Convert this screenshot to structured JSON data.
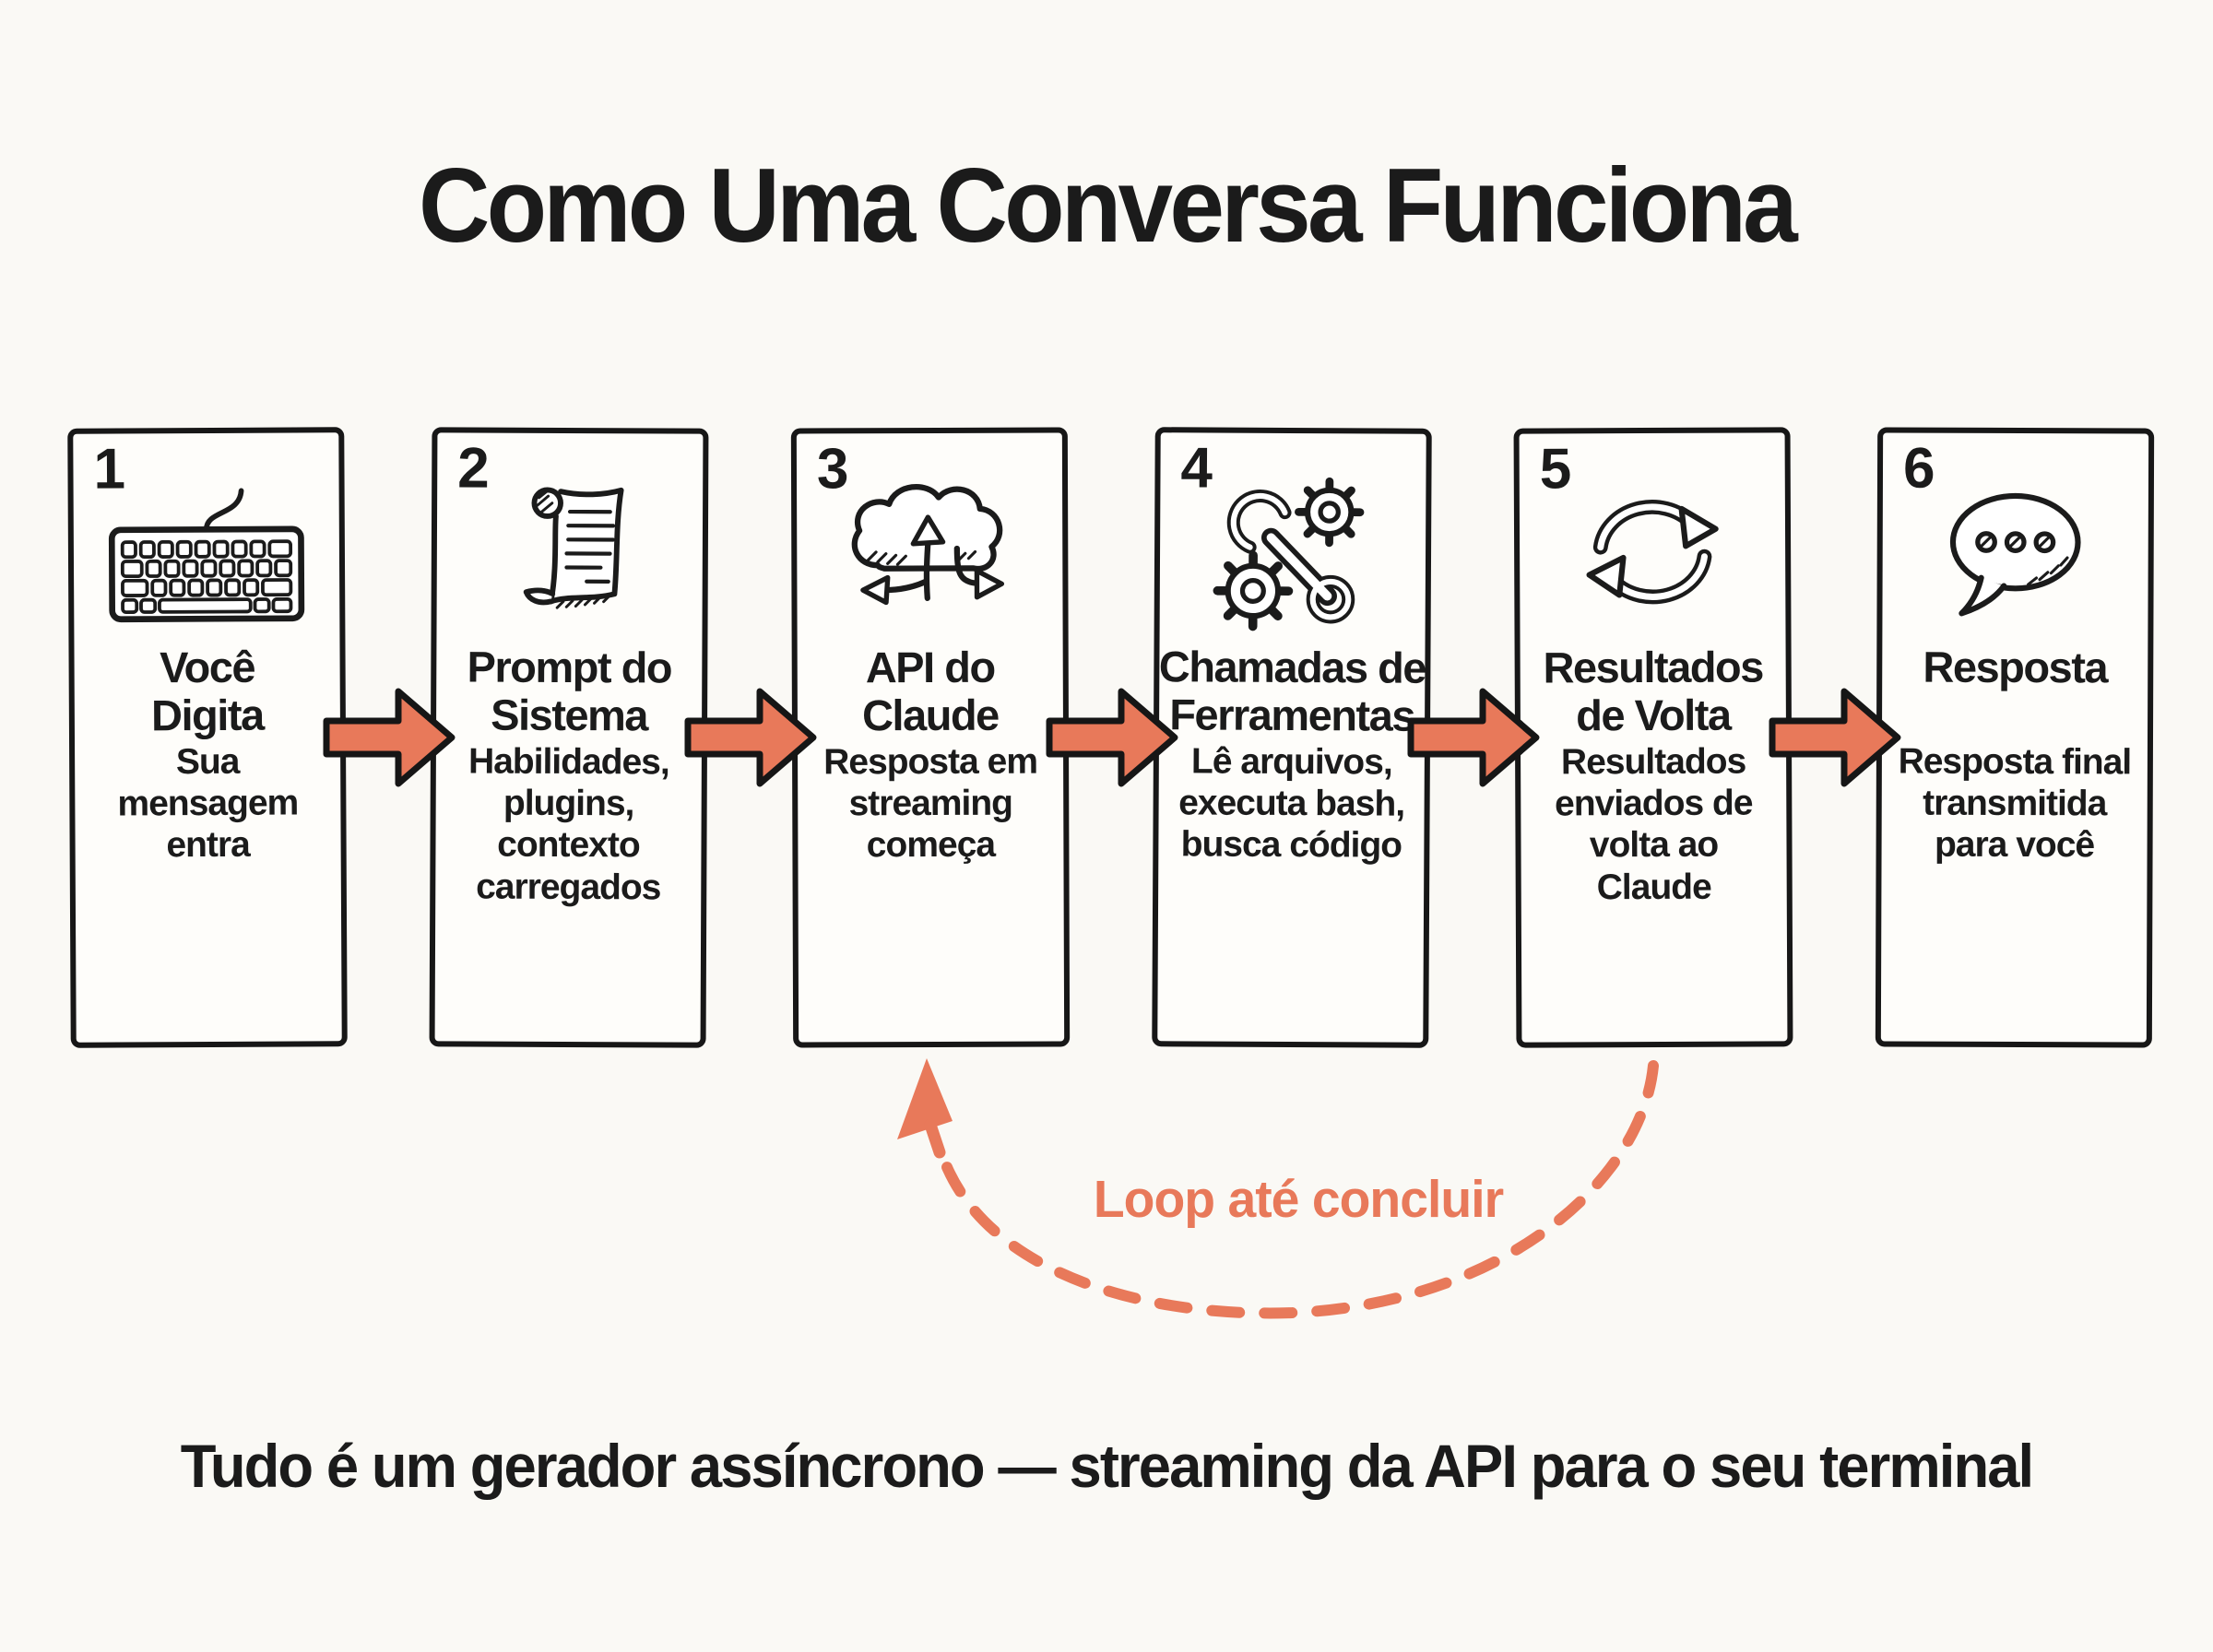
{
  "title": "Como Uma Conversa Funciona",
  "footer": "Tudo é um gerador assíncrono — streaming da API para o seu terminal",
  "loop_label": "Loop até concluir",
  "colors": {
    "accent": "#E8795A",
    "ink": "#1B1B1B",
    "background": "#FAF9F5"
  },
  "steps": [
    {
      "number": "1",
      "icon": "keyboard-icon",
      "title": "Você\nDigita",
      "subtitle": "Sua\nmensagem\nentra"
    },
    {
      "number": "2",
      "icon": "scroll-icon",
      "title": "Prompt do\nSistema",
      "subtitle": "Habilidades,\nplugins,\ncontexto\ncarregados"
    },
    {
      "number": "3",
      "icon": "cloud-arrows-icon",
      "title": "API do\nClaude",
      "subtitle": "Resposta em\nstreaming\ncomeça"
    },
    {
      "number": "4",
      "icon": "tools-icon",
      "title": "Chamadas de\nFerramentas",
      "subtitle": "Lê arquivos,\nexecuta bash,\nbusca código"
    },
    {
      "number": "5",
      "icon": "sync-arrows-icon",
      "title": "Resultados\nde Volta",
      "subtitle": "Resultados\nenviados de\nvolta ao\nClaude"
    },
    {
      "number": "6",
      "icon": "speech-bubble-icon",
      "title": "Resposta",
      "subtitle": "Resposta final\ntransmitida\npara você"
    }
  ]
}
